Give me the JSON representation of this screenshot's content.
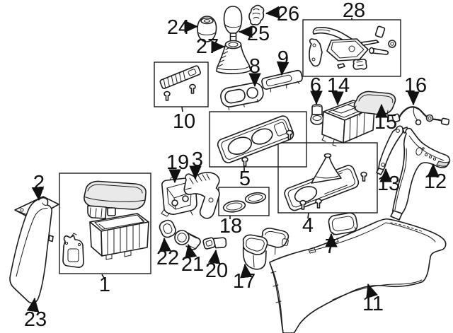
{
  "figure": {
    "type": "exploded-parts-diagram",
    "subject": "center console parts diagram",
    "colors": {
      "background": "#ffffff",
      "line": "#1b1b1b",
      "shade": "#e9e9e9"
    }
  },
  "callouts": [
    {
      "label": "1"
    },
    {
      "label": "2"
    },
    {
      "label": "3"
    },
    {
      "label": "4"
    },
    {
      "label": "5"
    },
    {
      "label": "6"
    },
    {
      "label": "7"
    },
    {
      "label": "8"
    },
    {
      "label": "9"
    },
    {
      "label": "10"
    },
    {
      "label": "11"
    },
    {
      "label": "12"
    },
    {
      "label": "13"
    },
    {
      "label": "14"
    },
    {
      "label": "15"
    },
    {
      "label": "16"
    },
    {
      "label": "17"
    },
    {
      "label": "18"
    },
    {
      "label": "19"
    },
    {
      "label": "20"
    },
    {
      "label": "21"
    },
    {
      "label": "22"
    },
    {
      "label": "23"
    },
    {
      "label": "24"
    },
    {
      "label": "25"
    },
    {
      "label": "26"
    },
    {
      "label": "27"
    },
    {
      "label": "28"
    }
  ]
}
